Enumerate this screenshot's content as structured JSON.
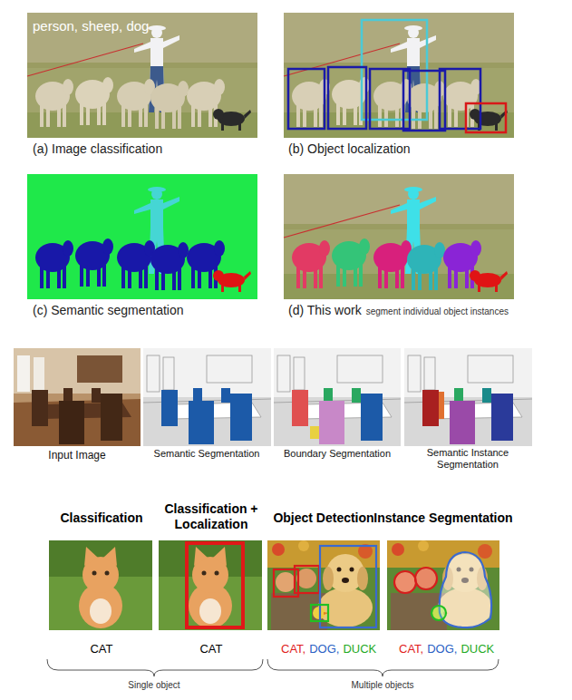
{
  "diagram": {
    "labels": [
      "person, sheep, dog",
      "(a) Image classification",
      "(b) Object localization",
      "(c) Semantic segmentation",
      "(d) This work",
      "segment individual object instances",
      "Input Image",
      "Semantic Segmentation",
      "Boundary Segmentation",
      "Semantic Instance Segmentation",
      "Classification",
      "Classification + Localization",
      "Object Detection",
      "Instance Segmentation",
      "CAT",
      "CAT",
      "CAT,",
      "DOG,",
      "DUCK",
      "CAT,",
      "DOG,",
      "DUCK",
      "Single object",
      "Multiple objects"
    ]
  }
}
